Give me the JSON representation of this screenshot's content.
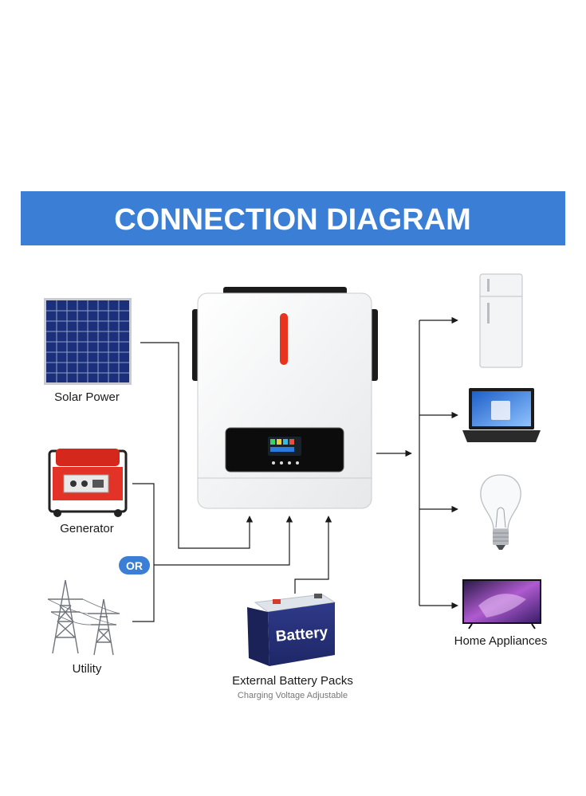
{
  "banner": {
    "title": "CONNECTION DIAGRAM",
    "color": "#3a7fd5"
  },
  "sources": {
    "solar": {
      "label": "Solar Power"
    },
    "generator": {
      "label": "Generator"
    },
    "or_badge": {
      "label": "OR"
    },
    "utility": {
      "label": "Utility"
    }
  },
  "battery": {
    "brand": "Battery",
    "label": "External Battery Packs",
    "sublabel": "Charging Voltage Adjustable"
  },
  "outputs": {
    "label": "Home Appliances"
  },
  "colors": {
    "accent": "#3a7fd5",
    "inverter_indicator": "#e8331f",
    "line": "#1a1a1a"
  }
}
